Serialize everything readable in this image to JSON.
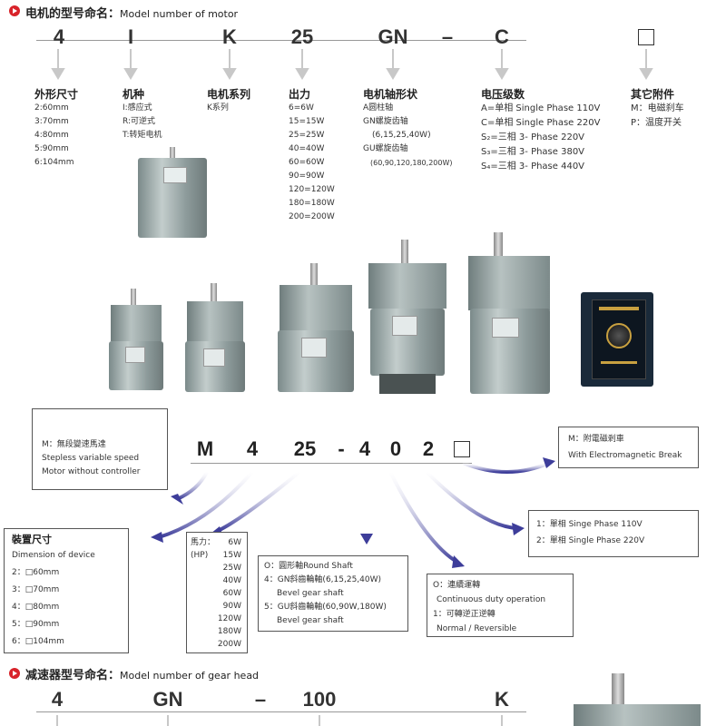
{
  "motor_section": {
    "title_cn": "电机的型号命名：",
    "title_en": "Model number of motor",
    "codes": [
      "4",
      "I",
      "K",
      "25",
      "GN",
      "–",
      "C"
    ],
    "columns": [
      {
        "heading": "外形尺寸",
        "lines": [
          "2:60mm",
          "3:70mm",
          "4:80mm",
          "5:90mm",
          "6:104mm"
        ]
      },
      {
        "heading": "机种",
        "lines": [
          "I:感应式",
          "R:可逆式",
          "T:转矩电机"
        ]
      },
      {
        "heading": "电机系列",
        "lines": [
          "K系列"
        ]
      },
      {
        "heading": "出力",
        "lines": [
          "6=6W",
          "15=15W",
          "25=25W",
          "40=40W",
          "60=60W",
          "90=90W",
          "120=120W",
          "180=180W",
          "200=200W"
        ]
      },
      {
        "heading": "电机轴形状",
        "lines": [
          "A圆柱轴",
          "GN螺旋齿轴",
          "(6,15,25,40W)",
          "GU螺旋齿轴",
          "(60,90,120,180,200W)"
        ]
      },
      {
        "heading": "电压级数",
        "lines": [
          "A=单相 Single Phase 110V",
          "C=单相 Single Phase 220V",
          "S₂=三相 3- Phase 220V",
          "S₃=三相 3- Phase 380V",
          "S₄=三相 3- Phase 440V"
        ]
      },
      {
        "heading": "其它附件",
        "lines": [
          "M：电磁刹车",
          "P：温度开关"
        ]
      }
    ]
  },
  "speed_section": {
    "codes": [
      "M",
      "4",
      "25",
      "-",
      "4",
      "0",
      "2"
    ],
    "box_m": {
      "lines": [
        "M：無段變速馬達",
        "Stepless variable speed",
        "Motor without controller"
      ]
    },
    "box_brake": {
      "lines": [
        "M：附電磁剎車",
        "With Electromagnetic Break"
      ]
    },
    "box_phase": {
      "lines": [
        "1：單相 Singe Phase 110V",
        "2：單相 Single Phase 220V"
      ]
    },
    "box_size": {
      "heading": "裝置尺寸",
      "sub": "Dimension of device",
      "lines": [
        "2：□60mm",
        "3：□70mm",
        "4：□80mm",
        "5：□90mm",
        "6：□104mm"
      ]
    },
    "box_power": {
      "label": "馬力：",
      "label2": "(HP)",
      "values": [
        "6W",
        "15W",
        "25W",
        "40W",
        "60W",
        "90W",
        "120W",
        "180W",
        "200W"
      ]
    },
    "box_shaft": {
      "lines": [
        "O：圓形軸Round Shaft",
        "4：GN斜齒輪軸(6,15,25,40W)",
        "Bevel gear shaft",
        "5：GU斜齒輪軸(60,90W,180W)",
        "Bevel gear shaft"
      ]
    },
    "box_duty": {
      "lines": [
        "O：連續運轉",
        "Continuous duty operation",
        "1：可轉逆正逆轉",
        "Normal / Reversible"
      ]
    }
  },
  "gear_section": {
    "title_cn": "减速器型号命名：",
    "title_en": "Model number of gear head",
    "codes": [
      "4",
      "GN",
      "–",
      "100",
      "K"
    ]
  }
}
